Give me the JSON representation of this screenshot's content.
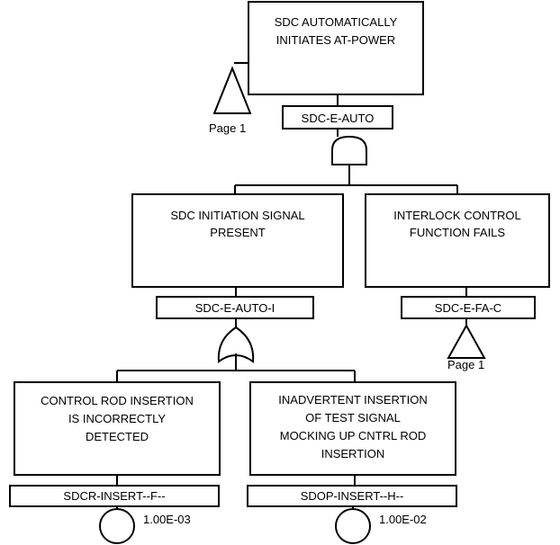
{
  "top_event": {
    "lines": [
      "SDC AUTOMATICALLY",
      "INITIATES AT-POWER"
    ],
    "id": "SDC-E-AUTO",
    "transfer_label": "Page 1"
  },
  "left_event": {
    "lines": [
      "SDC INITIATION SIGNAL",
      "PRESENT"
    ],
    "id": "SDC-E-AUTO-I"
  },
  "right_event": {
    "lines": [
      "INTERLOCK CONTROL",
      "FUNCTION FAILS"
    ],
    "id": "SDC-E-FA-C",
    "transfer_label": "Page 1"
  },
  "basic_event_1": {
    "lines": [
      "CONTROL ROD INSERTION",
      "IS INCORRECTLY",
      "DETECTED"
    ],
    "id": "SDCR-INSERT--F--",
    "probability": "1.00E-03"
  },
  "basic_event_2": {
    "lines": [
      "INADVERTENT INSERTION",
      "OF TEST SIGNAL",
      "MOCKING UP CNTRL ROD",
      "INSERTION"
    ],
    "id": "SDOP-INSERT--H--",
    "probability": "1.00E-02"
  }
}
